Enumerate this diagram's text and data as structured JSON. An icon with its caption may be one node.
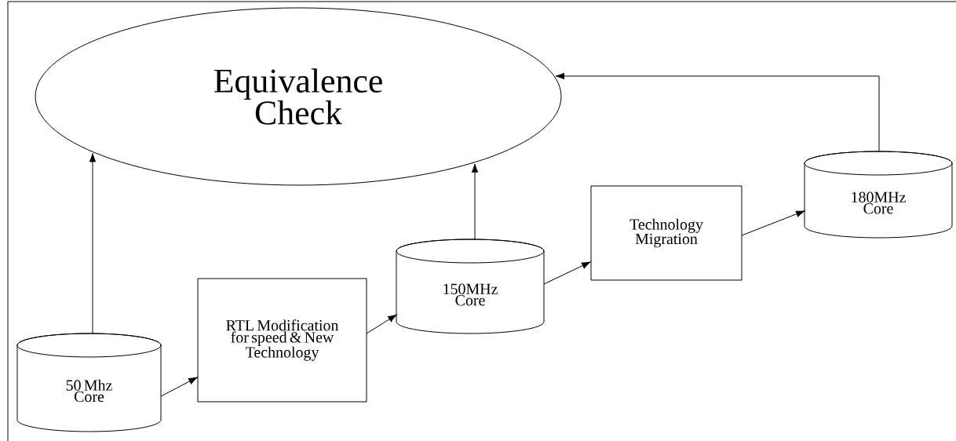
{
  "diagram": {
    "nodes": [
      {
        "text": [
          "Equivalence Check"
        ]
      },
      {
        "text": [
          "50 Mhz Core"
        ]
      },
      {
        "text": [
          "RTL Modification for speed & New Technology"
        ]
      },
      {
        "text": [
          "150MHz Core"
        ]
      },
      {
        "text": [
          "Technology Migration"
        ]
      },
      {
        "text": [
          "180MHz Core"
        ]
      }
    ],
    "edges": [
      {
        "from": 1,
        "to": 0,
        "arrow": "to"
      },
      {
        "from": 1,
        "to": 2,
        "arrow": "to"
      },
      {
        "from": 2,
        "to": 3,
        "arrow": "to"
      },
      {
        "from": 3,
        "to": 0,
        "arrow": "to"
      },
      {
        "from": 3,
        "to": 4,
        "arrow": "to"
      },
      {
        "from": 4,
        "to": 5,
        "arrow": "to"
      },
      {
        "from": 5,
        "to": 0,
        "arrow": "to"
      }
    ]
  }
}
